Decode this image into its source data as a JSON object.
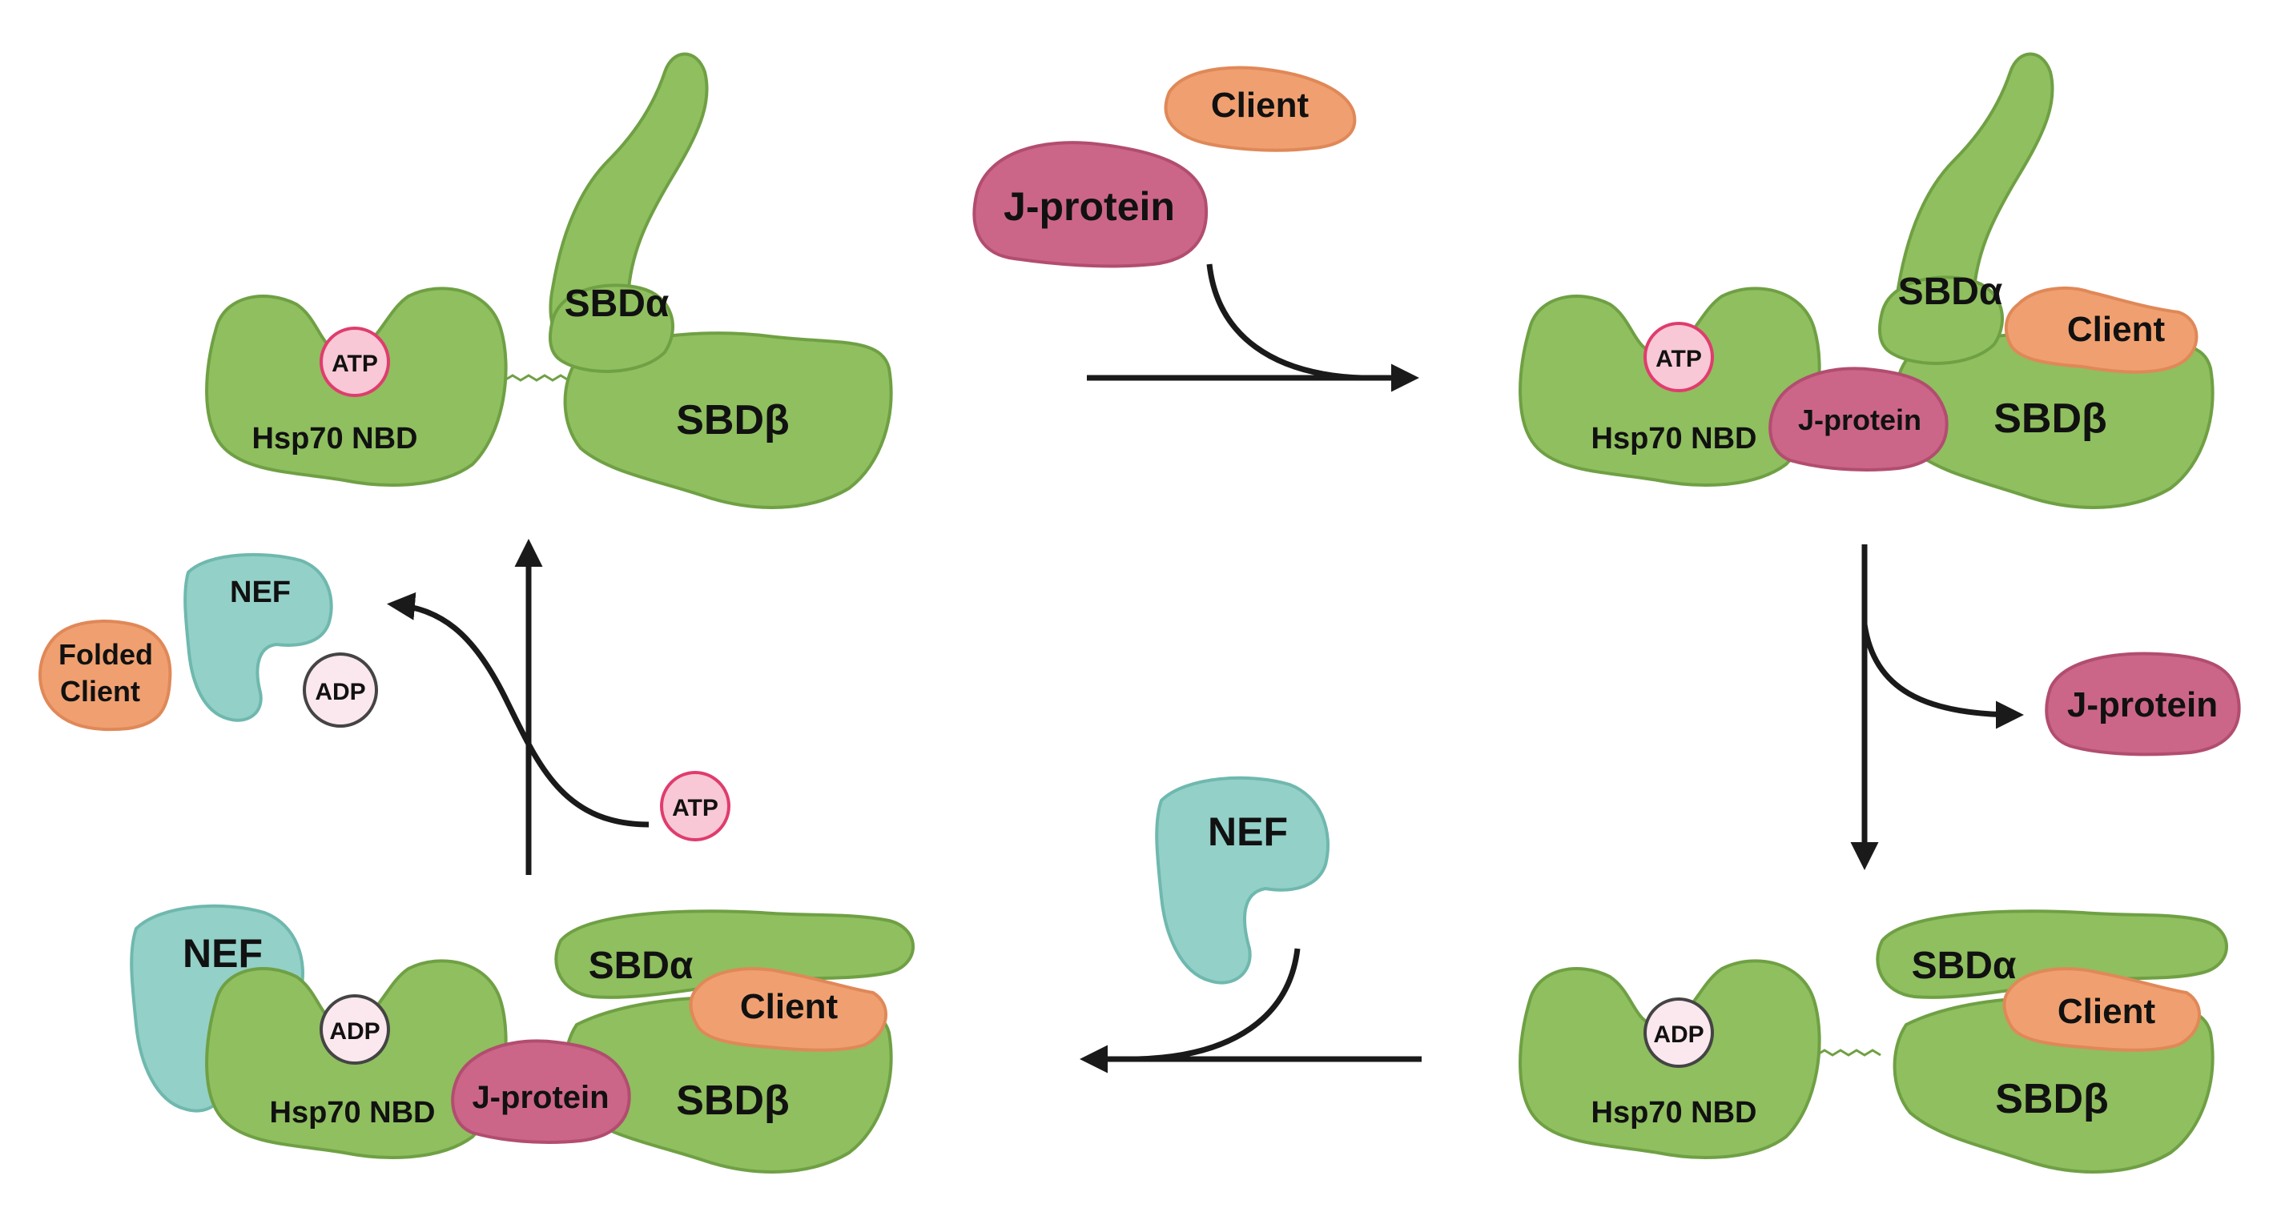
{
  "colors": {
    "hsp70_fill": "#8fbf5f",
    "hsp70_stroke": "#6fa044",
    "hsp70_texture": "#a3cc77",
    "jprotein_fill": "#cc6688",
    "jprotein_stroke": "#b24d70",
    "client_fill": "#f0a070",
    "client_stroke": "#e08858",
    "nef_fill": "#93d0c8",
    "nef_stroke": "#6fb8ae",
    "atp_fill": "#f8c8d6",
    "atp_stroke": "#e03c6e",
    "adp_fill": "#fbe8ee",
    "adp_stroke": "#444444",
    "arrow": "#1a1a1a",
    "text": "#111111"
  },
  "panels": {
    "top_left": {
      "nbd": "Hsp70 NBD",
      "sbd_alpha": "SBDα",
      "sbd_beta": "SBDβ",
      "nucleotide": "ATP"
    },
    "top_right": {
      "nbd": "Hsp70 NBD",
      "sbd_alpha": "SBDα",
      "sbd_beta": "SBDβ",
      "nucleotide": "ATP",
      "jprotein": "J-protein",
      "client": "Client"
    },
    "bottom_right": {
      "nbd": "Hsp70 NBD",
      "sbd_alpha": "SBDα",
      "sbd_beta": "SBDβ",
      "nucleotide": "ADP",
      "client": "Client"
    },
    "bottom_left": {
      "nbd": "Hsp70 NBD",
      "sbd_alpha": "SBDα",
      "sbd_beta": "SBDβ",
      "nucleotide": "ADP",
      "jprotein": "J-protein",
      "client": "Client",
      "nef": "NEF"
    }
  },
  "free": {
    "client_in": "Client",
    "jprotein_in": "J-protein",
    "jprotein_out": "J-protein",
    "nef_in": "NEF",
    "nef_out": "NEF",
    "adp_out": "ADP",
    "folded_client_line1": "Folded",
    "folded_client_line2": "Client",
    "atp_in": "ATP"
  }
}
